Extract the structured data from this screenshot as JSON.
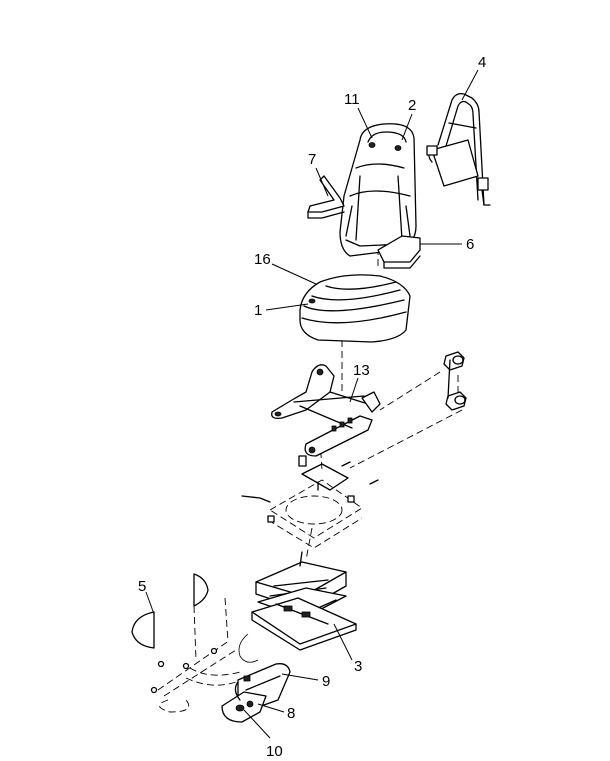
{
  "callouts": {
    "c1": "1",
    "c2": "2",
    "c3": "3",
    "c4": "4",
    "c5": "5",
    "c6": "6",
    "c7": "7",
    "c8": "8",
    "c9": "9",
    "c10": "10",
    "c11": "11",
    "c13": "13",
    "c16": "16"
  }
}
